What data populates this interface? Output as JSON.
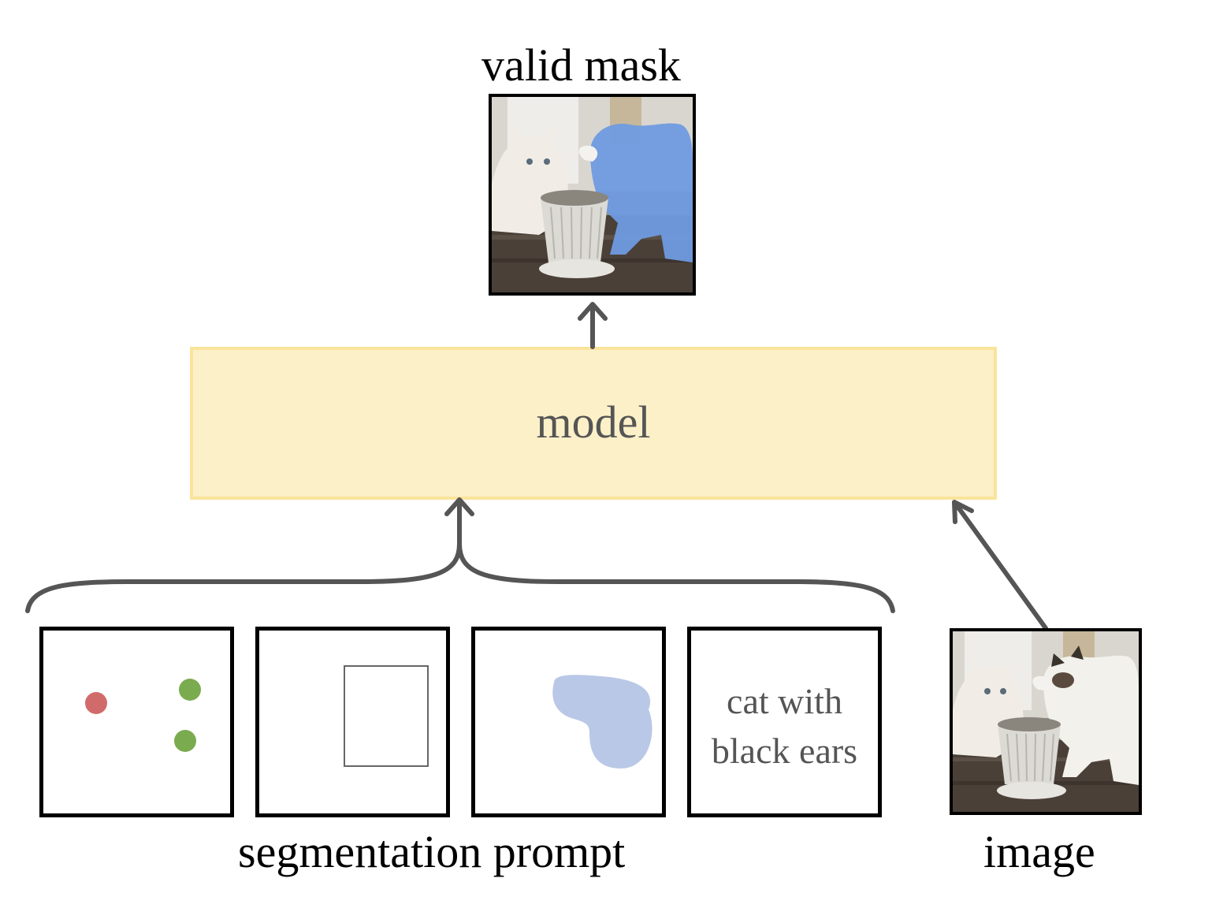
{
  "output": {
    "title": "valid mask",
    "mask_color": "#6f9be0"
  },
  "model": {
    "label": "model",
    "fill": "#fcf0c8",
    "border": "#fae39b"
  },
  "inputs": {
    "prompt_label": "segmentation prompt",
    "image_label": "image",
    "point_colors": {
      "negative": "#d16b6b",
      "positive": "#7bab4f"
    },
    "mask_prompt_color": "#b9c8e6",
    "text_prompt": "cat with\nblack ears"
  },
  "arrow_color": "#555555"
}
